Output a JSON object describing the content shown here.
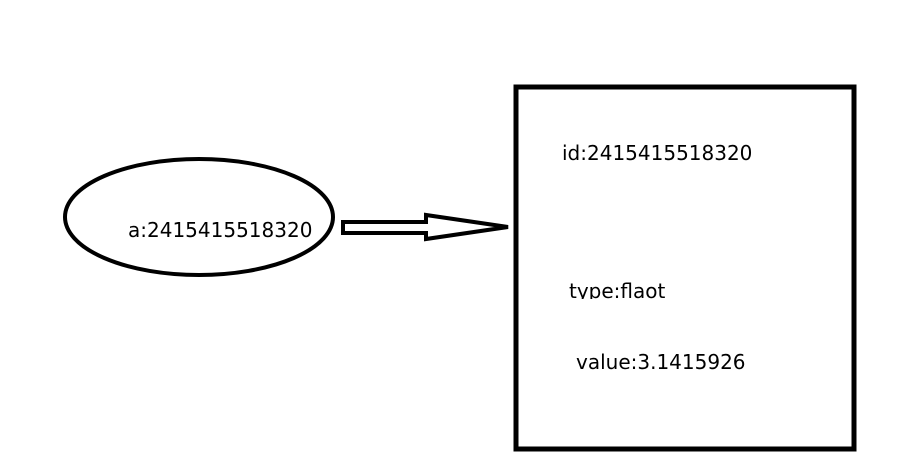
{
  "variable": {
    "label": "a:2415415518320"
  },
  "object": {
    "id_label": "id:2415415518320",
    "type_label": "type:flaot",
    "value_label": "value:3.1415926"
  },
  "colors": {
    "stroke": "#000000",
    "background": "#ffffff"
  }
}
